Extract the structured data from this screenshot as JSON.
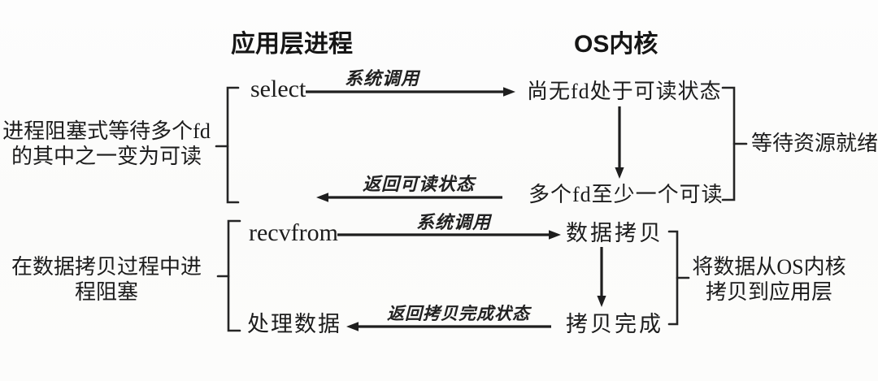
{
  "titles": {
    "app_layer": "应用层进程",
    "os_kernel": "OS内核"
  },
  "nodes": {
    "select": "select",
    "no_fd_readable": "尚无fd处于可读状态",
    "multi_fd_readable": "多个fd至少一个可读",
    "recvfrom": "recvfrom",
    "data_copy": "数据拷贝",
    "copy_done": "拷贝完成",
    "process_data": "处理数据"
  },
  "arrow_labels": {
    "syscall_top": "系统调用",
    "return_readable": "返回可读状态",
    "syscall_bottom": "系统调用",
    "return_copy_done": "返回拷贝完成状态"
  },
  "annotations": {
    "blocking_wait": {
      "line1": "进程阻塞式等待多个fd",
      "line2": "的其中之一变为可读"
    },
    "copy_blocking": {
      "line1": "在数据拷贝过程中进",
      "line2": "程阻塞"
    },
    "wait_resource": "等待资源就绪",
    "kernel_copy": {
      "line1": "将数据从OS内核",
      "line2": "拷贝到应用层"
    }
  },
  "colors": {
    "ink": "#1e1e1e",
    "background": "#fbfbfa"
  }
}
